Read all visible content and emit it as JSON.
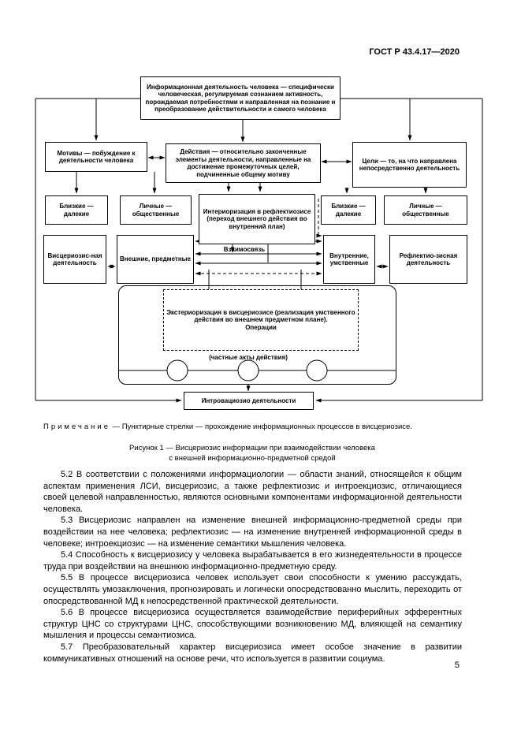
{
  "header": {
    "standard_number": "ГОСТ Р 43.4.17—2020"
  },
  "figure": {
    "boxes": {
      "info_activity": "Информационная деятельность человека — специфически человеческая, регулируемая сознанием активность, порождаемая потребностями и направленная на познание и преобразование действительности и самого человека",
      "motives": "Мотивы — побуждение к деятельности человека",
      "actions": "Действия — относительно законченные элементы деятельности, направленные на достижение промежуточных целей, подчиненные общему мотиву",
      "goals": "Цели — то, на что направлена непосредственно деятельность",
      "near_far_left": "Близкие — далекие",
      "personal_public_left": "Личные — общественные",
      "interiorization": "Интериоризация в рефлектиозисе (переход внешнего действия во внутренний план)",
      "near_far_right": "Близкие — далекие",
      "personal_public_right": "Личные — общественные",
      "visceriosis_activity": "Висцериозис-ная деятельность",
      "external_objective": "Внешние, предметные",
      "interrelation": "Взаимосвязь",
      "internal_mental": "Внутренние, умственные",
      "reflectiosis_activity": "Рефлектио-зисная деятельность",
      "exteriorization": "Экстериоризация в висцериозисе (реализация умственного действия во внешнем предметном плане).\nОперации",
      "partial_acts": "(частные акты действия)",
      "introvation_activity": "Интровациозио деятельности"
    },
    "caption": "Рисунок 1 — Висцериозис информации при взаимодействии человека\nс внешней информационно-предметной средой"
  },
  "note": {
    "label": "Примечание",
    "text": " — Пунктирные стрелки — прохождение информационных процессов в висцериозисе."
  },
  "paragraphs": [
    "5.2 В соответствии с положениями информациологии — области знаний, относящейся к общим аспектам применения ЛСИ, висцериозис, а также рефлектиозис и интроекциозис, отличающиеся своей целевой направленностью, являются основными компонентами информационной деятельности человека.",
    "5.3 Висцериозис направлен на изменение внешней информационно-предметной среды при воздействии на нее человека; рефлектиозис — на изменение внутренней информационной среды в человеке; интроекциозис — на изменение семантики мышления человека.",
    "5.4 Способность к висцериозису у человека вырабатывается в его жизнедеятельности в процессе труда при воздействии на внешнюю информационно-предметную среду.",
    "5.5 В процессе висцериозиса человек использует свои способности к умению рассуждать, осуществлять умозаключения, прогнозировать и логически опосредствованно мыслить, переходить от опосредствованной МД к непосредственной практической деятельности.",
    "5.6 В процессе висцериозиса осуществляется взаимодействие периферийных эфферентных структур ЦНС со структурами ЦНС, способствующими возникновению МД, влияющей на семантику мышления и процессы семантиозиса.",
    "5.7 Преобразовательный характер висцериозиса имеет особое значение в развитии коммуникативных отношений на основе речи, что используется в развитии социума."
  ],
  "footer": {
    "page_number": "5"
  }
}
